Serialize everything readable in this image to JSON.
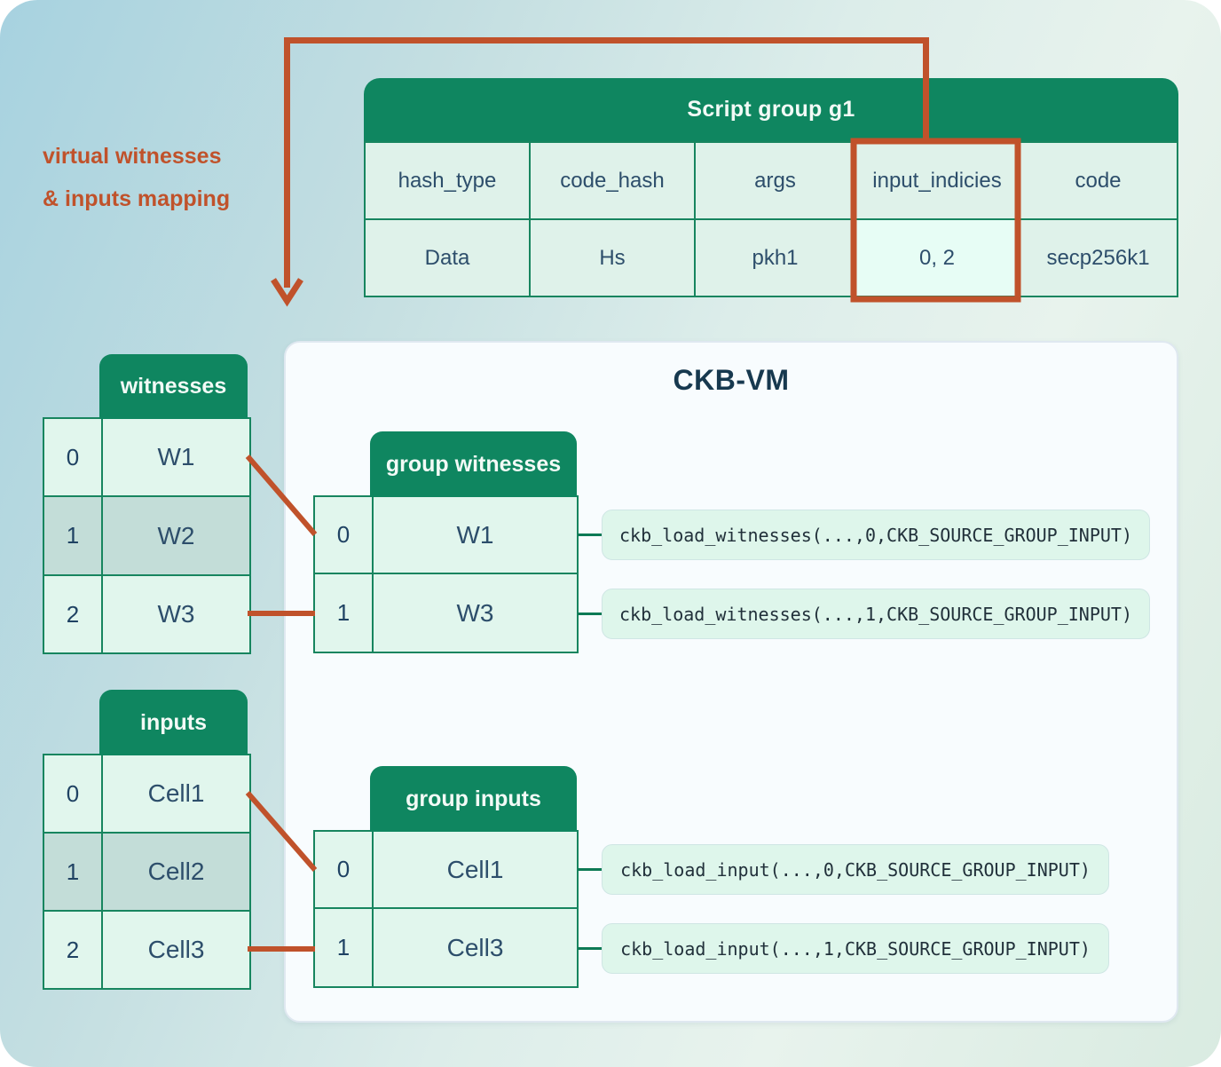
{
  "annotation": {
    "line1": "virtual witnesses",
    "line2": "& inputs mapping"
  },
  "script_group_table": {
    "title": "Script group g1",
    "columns": [
      "hash_type",
      "code_hash",
      "args",
      "input_indicies",
      "code"
    ],
    "values": [
      "Data",
      "Hs",
      "pkh1",
      "0, 2",
      "secp256k1"
    ],
    "highlighted_column": "input_indicies"
  },
  "vm_panel": {
    "title": "CKB-VM"
  },
  "witnesses_table": {
    "title": "witnesses",
    "rows": [
      {
        "index": "0",
        "value": "W1",
        "in_group": true
      },
      {
        "index": "1",
        "value": "W2",
        "in_group": false
      },
      {
        "index": "2",
        "value": "W3",
        "in_group": true
      }
    ]
  },
  "inputs_table": {
    "title": "inputs",
    "rows": [
      {
        "index": "0",
        "value": "Cell1",
        "in_group": true
      },
      {
        "index": "1",
        "value": "Cell2",
        "in_group": false
      },
      {
        "index": "2",
        "value": "Cell3",
        "in_group": true
      }
    ]
  },
  "group_witnesses_table": {
    "title": "group witnesses",
    "rows": [
      {
        "index": "0",
        "value": "W1"
      },
      {
        "index": "1",
        "value": "W3"
      }
    ]
  },
  "group_inputs_table": {
    "title": "group inputs",
    "rows": [
      {
        "index": "0",
        "value": "Cell1"
      },
      {
        "index": "1",
        "value": "Cell3"
      }
    ]
  },
  "code_snippets": {
    "witness_0": "ckb_load_witnesses(...,0,CKB_SOURCE_GROUP_INPUT)",
    "witness_1": "ckb_load_witnesses(...,1,CKB_SOURCE_GROUP_INPUT)",
    "input_0": "ckb_load_input(...,0,CKB_SOURCE_GROUP_INPUT)",
    "input_1": "ckb_load_input(...,1,CKB_SOURCE_GROUP_INPUT)"
  },
  "colors": {
    "header_green": "#0f8660",
    "border_green": "#17855f",
    "cell_mint": "#dff2ea",
    "cell_highlight": "#e7fdf5",
    "cell_muted": "#c3ddd8",
    "accent_red": "#c0522b",
    "panel_bg": "#f8fcfe",
    "code_box_bg": "#def6eb",
    "text_dark": "#2d4e6b"
  }
}
